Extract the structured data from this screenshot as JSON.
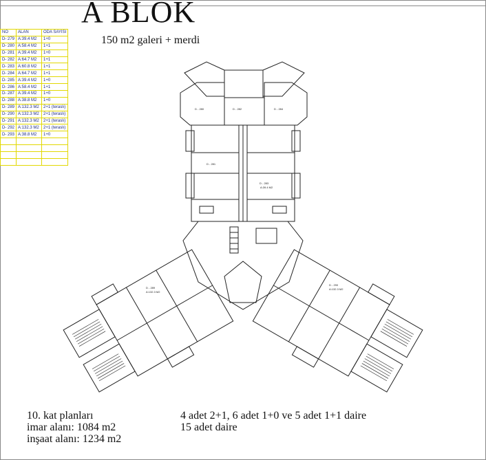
{
  "header": {
    "title": "A BLOK",
    "subtitle": "150 m2 galeri + merdi"
  },
  "table": {
    "columns": [
      "NO",
      "ALAN",
      "ODA SAYISI"
    ],
    "rows": [
      [
        "D- 279",
        "A:39.4 M2",
        "1+0"
      ],
      [
        "D- 280",
        "A:58.4 M2",
        "1+1"
      ],
      [
        "D- 281",
        "A:39.4 M2",
        "1+0"
      ],
      [
        "D- 282",
        "A:64.7 M2",
        "1+1"
      ],
      [
        "D- 283",
        "A:60.8 M2",
        "1+1"
      ],
      [
        "D- 284",
        "A:64.7 M2",
        "1+1"
      ],
      [
        "D- 285",
        "A:39.4 M2",
        "1+0"
      ],
      [
        "D- 286",
        "A:58.4 M2",
        "1+1"
      ],
      [
        "D- 287",
        "A:39.4 M2",
        "1+0"
      ],
      [
        "D- 288",
        "A:38.8 M2",
        "1+0"
      ],
      [
        "D- 289",
        "A:132.3 M2",
        "2+1 (teraslı)"
      ],
      [
        "D- 290",
        "A:132.3 M2",
        "2+1 (teraslı)"
      ],
      [
        "D- 291",
        "A:132.3 M2",
        "2+1 (teraslı)"
      ],
      [
        "D- 292",
        "A:132.3 M2",
        "2+1 (teraslı)"
      ],
      [
        "D- 293",
        "A:38.8 M2",
        "1+0"
      ],
      [
        "",
        "",
        ""
      ],
      [
        "",
        "",
        ""
      ],
      [
        "",
        "",
        ""
      ],
      [
        "",
        "",
        ""
      ]
    ]
  },
  "plan_labels": {
    "d280": "D - 280",
    "d281": "D - 281",
    "d282": "D - 282",
    "d283": "D - 283",
    "d284": "D - 284",
    "d289": "D - 289",
    "d290": "D - 290",
    "a1323": "A:132.3 M2",
    "a3940": "A:39.4 M2"
  },
  "footer": {
    "floor": "10. kat planları",
    "imar": "imar alanı: 1084 m2",
    "insaat": "inşaat alanı: 1234 m2",
    "units": "4 adet 2+1, 6 adet 1+0 ve 5 adet 1+1 daire",
    "total": "15 adet daire"
  },
  "colors": {
    "table_border": "#e2d800",
    "table_text": "#1b2b80",
    "plan_line": "#222222"
  }
}
